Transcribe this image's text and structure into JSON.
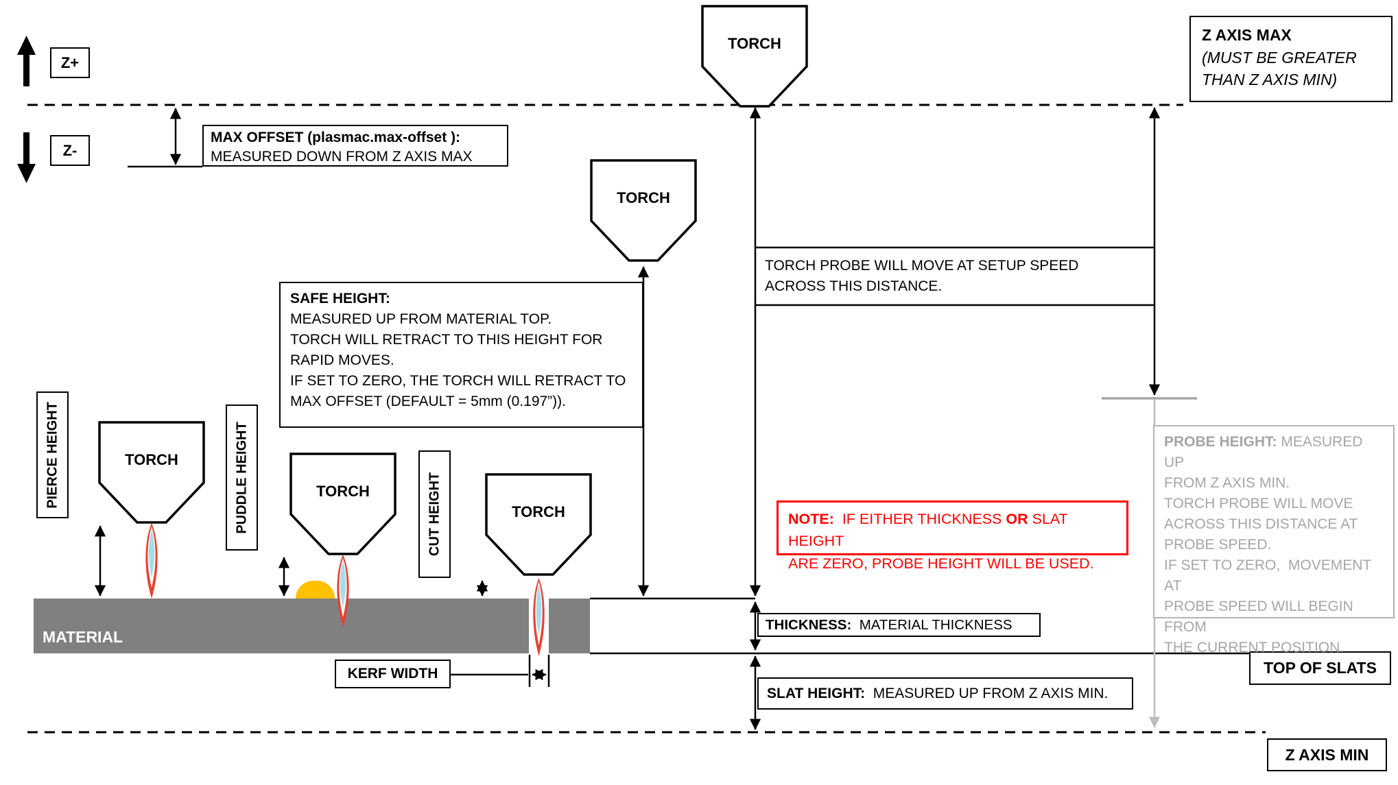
{
  "torch_label": "TORCH",
  "axes": {
    "z_plus": "Z+",
    "z_minus": "Z-"
  },
  "z_axis_max": {
    "title": "Z AXIS MAX",
    "sub1": "(MUST BE GREATER",
    "sub2": "THAN Z AXIS MIN)"
  },
  "z_axis_min_label": "Z AXIS MIN",
  "max_offset": {
    "title": "MAX OFFSET (plasmac.max-offset ):",
    "desc": "MEASURED DOWN FROM Z AXIS MAX"
  },
  "safe_height": {
    "title": "SAFE HEIGHT:",
    "lines": [
      "MEASURED UP FROM MATERIAL TOP.",
      "TORCH WILL RETRACT TO THIS HEIGHT FOR",
      "RAPID MOVES.",
      "IF SET TO ZERO, THE TORCH WILL RETRACT TO",
      "MAX OFFSET (DEFAULT = 5mm (0.197”))."
    ]
  },
  "height_labels": {
    "pierce": "PIERCE HEIGHT",
    "puddle": "PUDDLE HEIGHT",
    "cut": "CUT HEIGHT"
  },
  "material_label": "MATERIAL",
  "kerf_width_label": "KERF WIDTH",
  "setup_speed": {
    "line1": "TORCH PROBE WILL MOVE AT SETUP SPEED",
    "line2": "ACROSS THIS DISTANCE."
  },
  "note": {
    "label": "NOTE:",
    "seg1": "  IF EITHER THICKNESS ",
    "seg_or": "OR",
    "seg2": " SLAT HEIGHT",
    "line2": "ARE ZERO, PROBE HEIGHT WILL BE USED."
  },
  "thickness": {
    "label": "THICKNESS:",
    "desc": "  MATERIAL THICKNESS"
  },
  "top_of_slats_label": "TOP OF SLATS",
  "slat_height": {
    "label": "SLAT HEIGHT:",
    "desc": "  MEASURED UP FROM Z AXIS MIN."
  },
  "probe_height": {
    "label": "PROBE HEIGHT:",
    "first": " MEASURED UP",
    "lines": [
      "FROM Z AXIS MIN.",
      "TORCH PROBE WILL MOVE",
      "ACROSS THIS DISTANCE AT",
      "PROBE SPEED.",
      "IF SET TO ZERO,  MOVEMENT AT",
      "PROBE SPEED WILL BEGIN FROM",
      "THE CURRENT POSITION."
    ]
  },
  "colors": {
    "note_red": "#FF0000",
    "material_gray": "#808080",
    "probe_gray": "#A6A6A6",
    "puddle_orange": "#FFC000",
    "flame_red": "#E8412E",
    "flame_blue": "#A8DCE8"
  }
}
